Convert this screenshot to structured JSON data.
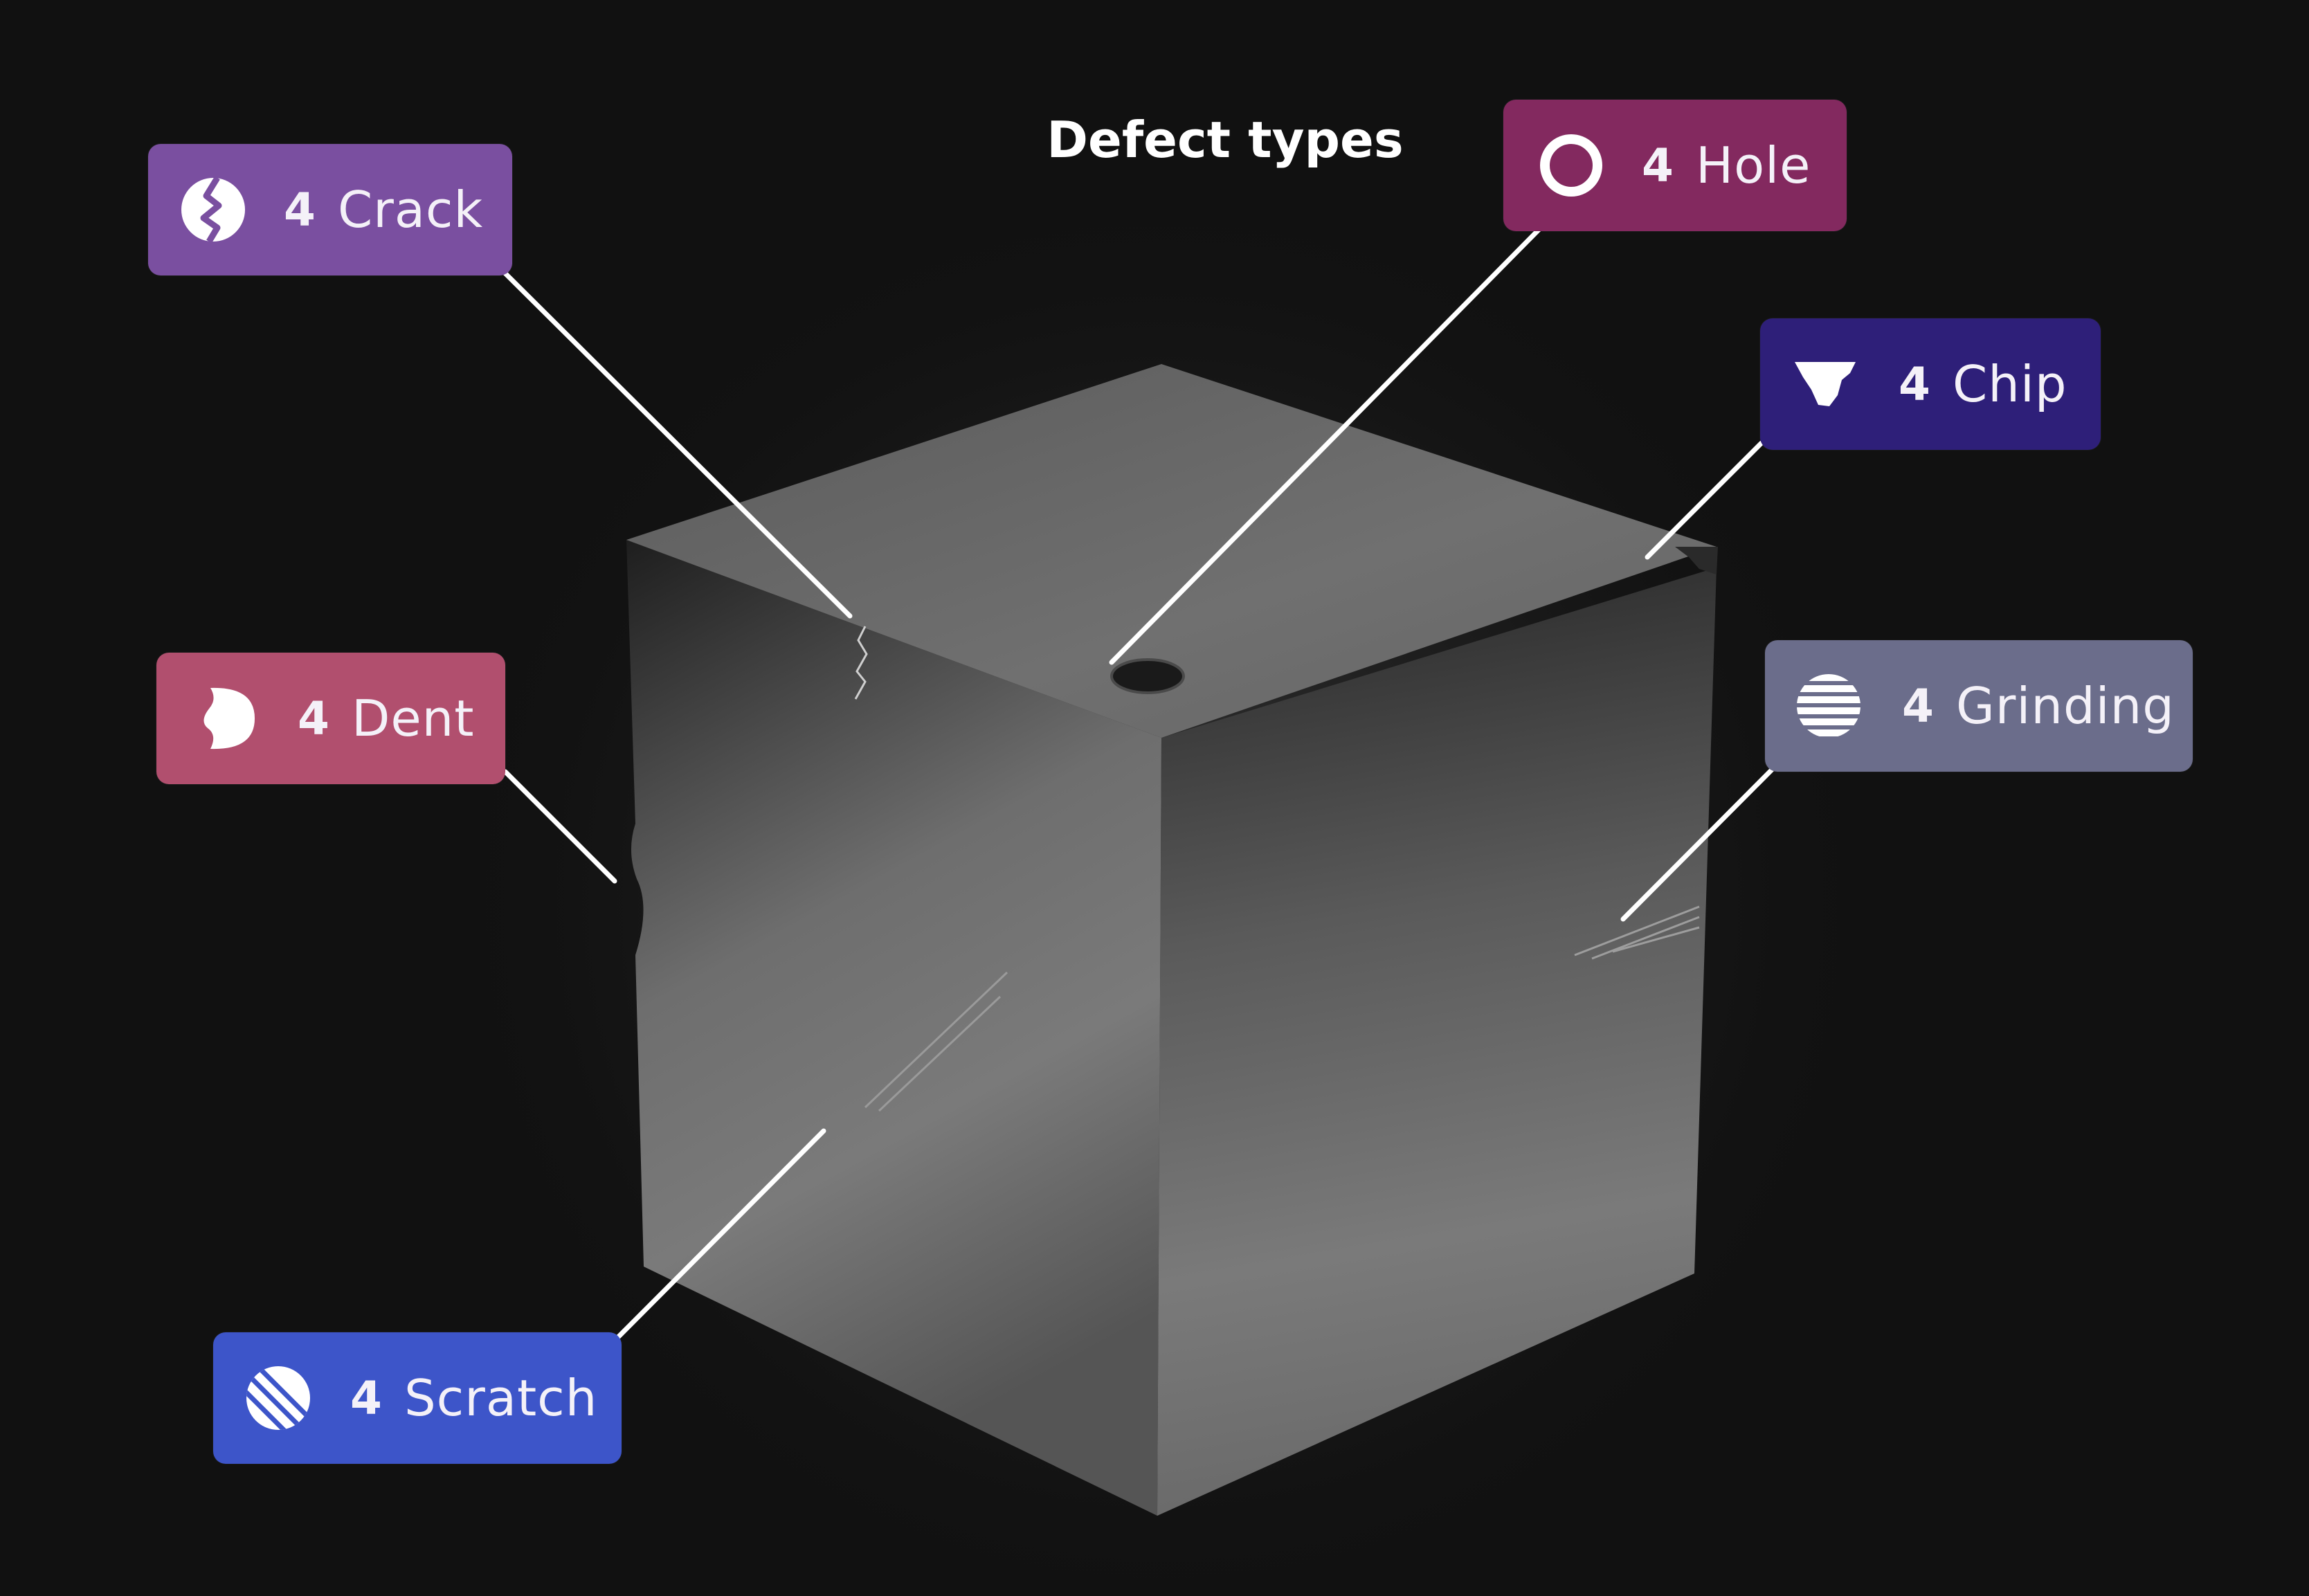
{
  "title": "Defect types",
  "colors": {
    "background": "#111111",
    "crack": "#7a4fa0",
    "hole": "#83295f",
    "chip": "#2e1f79",
    "dent": "#b14f6e",
    "grinding": "#6b6d8b",
    "scratch": "#3d55c9"
  },
  "labels": {
    "crack": {
      "count": "4",
      "name": "Crack",
      "icon": "crack-icon"
    },
    "hole": {
      "count": "4",
      "name": "Hole",
      "icon": "ring-icon"
    },
    "chip": {
      "count": "4",
      "name": "Chip",
      "icon": "chip-icon"
    },
    "dent": {
      "count": "4",
      "name": "Dent",
      "icon": "dent-icon"
    },
    "grinding": {
      "count": "4",
      "name": "Grinding",
      "icon": "grinding-icon"
    },
    "scratch": {
      "count": "4",
      "name": "Scratch",
      "icon": "scratch-icon"
    }
  }
}
